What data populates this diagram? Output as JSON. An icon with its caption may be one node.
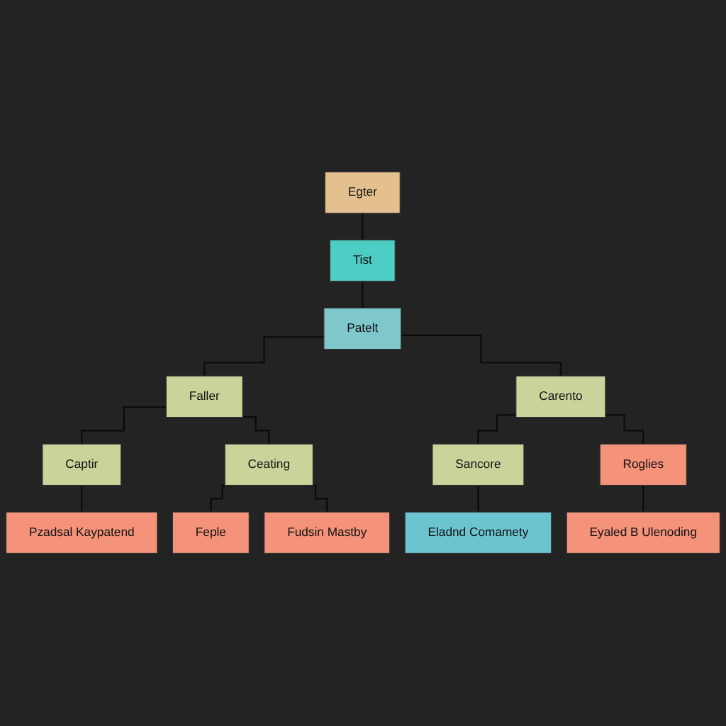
{
  "diagram": {
    "nodes": [
      {
        "text": [
          "Egter"
        ]
      },
      {
        "text": [
          "Tist"
        ]
      },
      {
        "text": [
          "Patelt"
        ]
      },
      {
        "text": [
          "Faller"
        ]
      },
      {
        "text": [
          "Carento"
        ]
      },
      {
        "text": [
          "Captir"
        ]
      },
      {
        "text": [
          "Ceating"
        ]
      },
      {
        "text": [
          "Sancore"
        ]
      },
      {
        "text": [
          "Roglies"
        ]
      },
      {
        "text": [
          "Pzadsal Kaypatend"
        ]
      },
      {
        "text": [
          "Feple"
        ]
      },
      {
        "text": [
          "Fudsin Mastby"
        ]
      },
      {
        "text": [
          "Eladnd Comamety"
        ]
      },
      {
        "text": [
          "Eyaled B Ulenoding"
        ]
      }
    ],
    "edges": [
      {
        "from": 0,
        "to": 1,
        "arrow": "none"
      },
      {
        "from": 1,
        "to": 2,
        "arrow": "none"
      },
      {
        "from": 2,
        "to": 3,
        "arrow": "none"
      },
      {
        "from": 2,
        "to": 4,
        "arrow": "none"
      },
      {
        "from": 3,
        "to": 5,
        "arrow": "none"
      },
      {
        "from": 3,
        "to": 6,
        "arrow": "none"
      },
      {
        "from": 4,
        "to": 7,
        "arrow": "none"
      },
      {
        "from": 4,
        "to": 8,
        "arrow": "none"
      },
      {
        "from": 5,
        "to": 9,
        "arrow": "none"
      },
      {
        "from": 6,
        "to": 10,
        "arrow": "none"
      },
      {
        "from": 6,
        "to": 11,
        "arrow": "none"
      },
      {
        "from": 7,
        "to": 12,
        "arrow": "none"
      },
      {
        "from": 8,
        "to": 13,
        "arrow": "none"
      }
    ]
  }
}
